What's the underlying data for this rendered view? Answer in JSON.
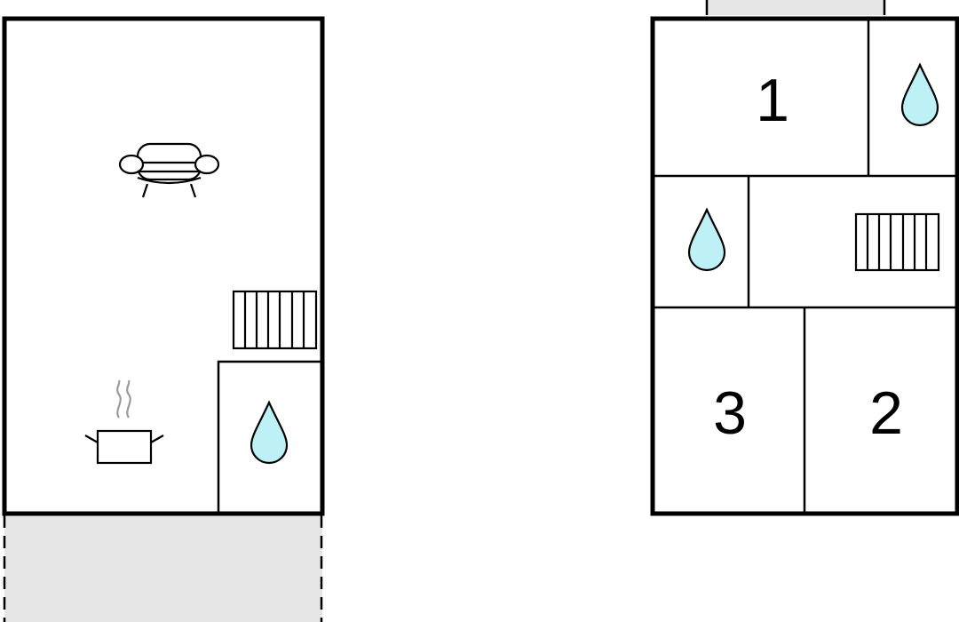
{
  "colors": {
    "water": "#bdf1f5",
    "terrace": "#e6e6e6",
    "line": "#000000"
  },
  "floors": [
    {
      "icons": [
        "sofa-icon",
        "stairs-icon",
        "cooking-pot-icon",
        "water-drop-icon"
      ],
      "rooms": []
    },
    {
      "icons": [
        "water-drop-icon",
        "water-drop-icon",
        "stairs-icon"
      ],
      "rooms": [
        {
          "label": "1"
        },
        {
          "label": "3"
        },
        {
          "label": "2"
        }
      ]
    }
  ]
}
